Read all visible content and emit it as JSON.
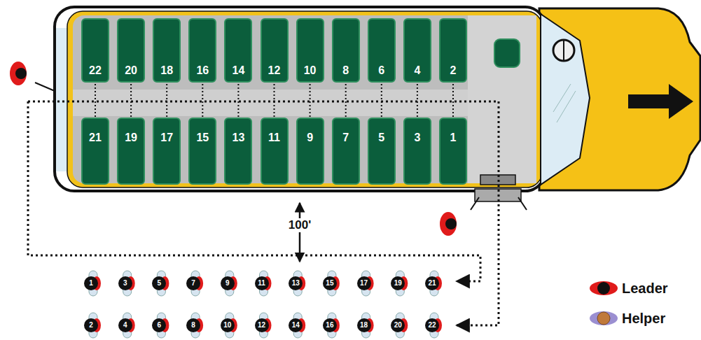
{
  "diagram": {
    "nodes": [
      {
        "text": [
          "22"
        ]
      },
      {
        "text": [
          "20"
        ]
      },
      {
        "text": [
          "18"
        ]
      },
      {
        "text": [
          "16"
        ]
      },
      {
        "text": [
          "14"
        ]
      },
      {
        "text": [
          "12"
        ]
      },
      {
        "text": [
          "10"
        ]
      },
      {
        "text": [
          "8"
        ]
      },
      {
        "text": [
          "6"
        ]
      },
      {
        "text": [
          "4"
        ]
      },
      {
        "text": [
          "2"
        ]
      },
      {
        "text": [
          "21"
        ]
      },
      {
        "text": [
          "19"
        ]
      },
      {
        "text": [
          "17"
        ]
      },
      {
        "text": [
          "15"
        ]
      },
      {
        "text": [
          "13"
        ]
      },
      {
        "text": [
          "11"
        ]
      },
      {
        "text": [
          "9"
        ]
      },
      {
        "text": [
          "7"
        ]
      },
      {
        "text": [
          "5"
        ]
      },
      {
        "text": [
          "3"
        ]
      },
      {
        "text": [
          "1"
        ]
      },
      {
        "text": [
          "1"
        ]
      },
      {
        "text": [
          "3"
        ]
      },
      {
        "text": [
          "5"
        ]
      },
      {
        "text": [
          "7"
        ]
      },
      {
        "text": [
          "9"
        ]
      },
      {
        "text": [
          "11"
        ]
      },
      {
        "text": [
          "13"
        ]
      },
      {
        "text": [
          "15"
        ]
      },
      {
        "text": [
          "17"
        ]
      },
      {
        "text": [
          "19"
        ]
      },
      {
        "text": [
          "21"
        ]
      },
      {
        "text": [
          "2"
        ]
      },
      {
        "text": [
          "4"
        ]
      },
      {
        "text": [
          "6"
        ]
      },
      {
        "text": [
          "8"
        ]
      },
      {
        "text": [
          "10"
        ]
      },
      {
        "text": [
          "12"
        ]
      },
      {
        "text": [
          "14"
        ]
      },
      {
        "text": [
          "16"
        ]
      },
      {
        "text": [
          "18"
        ]
      },
      {
        "text": [
          "20"
        ]
      },
      {
        "text": [
          "22"
        ]
      }
    ],
    "labels": [
      "100'"
    ],
    "legend": [
      {
        "text": "Leader"
      },
      {
        "text": "Helper"
      }
    ]
  }
}
